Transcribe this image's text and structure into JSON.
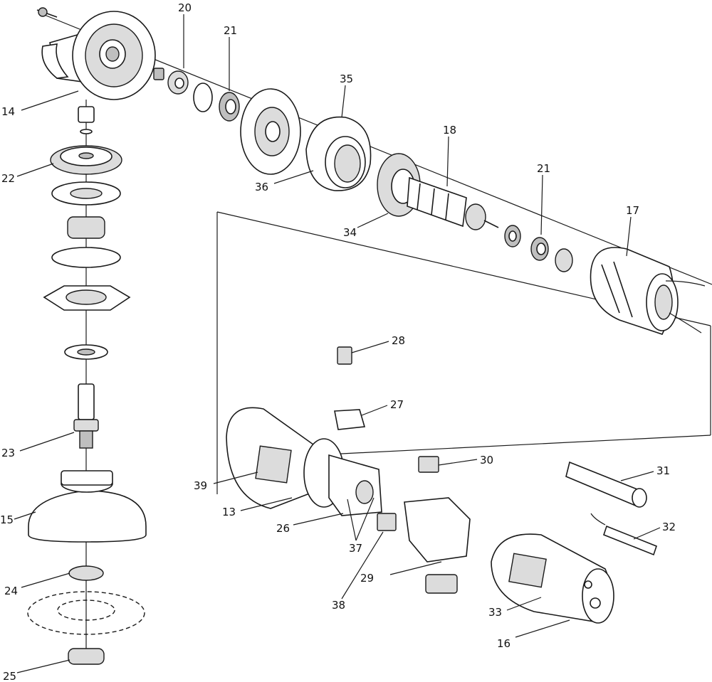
{
  "figure": {
    "callouts": [
      {
        "id": "c20",
        "label": "20"
      },
      {
        "id": "c21a",
        "label": "21"
      },
      {
        "id": "c35",
        "label": "35"
      },
      {
        "id": "c14",
        "label": "14"
      },
      {
        "id": "c18",
        "label": "18"
      },
      {
        "id": "c22",
        "label": "22"
      },
      {
        "id": "c36",
        "label": "36"
      },
      {
        "id": "c21b",
        "label": "21"
      },
      {
        "id": "c17",
        "label": "17"
      },
      {
        "id": "c34",
        "label": "34"
      },
      {
        "id": "c28",
        "label": "28"
      },
      {
        "id": "c27",
        "label": "27"
      },
      {
        "id": "c30",
        "label": "30"
      },
      {
        "id": "c31",
        "label": "31"
      },
      {
        "id": "c23",
        "label": "23"
      },
      {
        "id": "c39",
        "label": "39"
      },
      {
        "id": "c13",
        "label": "13"
      },
      {
        "id": "c32",
        "label": "32"
      },
      {
        "id": "c15",
        "label": "15"
      },
      {
        "id": "c26",
        "label": "26"
      },
      {
        "id": "c37",
        "label": "37"
      },
      {
        "id": "c29",
        "label": "29"
      },
      {
        "id": "c24",
        "label": "24"
      },
      {
        "id": "c38",
        "label": "38"
      },
      {
        "id": "c33",
        "label": "33"
      },
      {
        "id": "c16",
        "label": "16"
      },
      {
        "id": "c25",
        "label": "25"
      }
    ]
  }
}
